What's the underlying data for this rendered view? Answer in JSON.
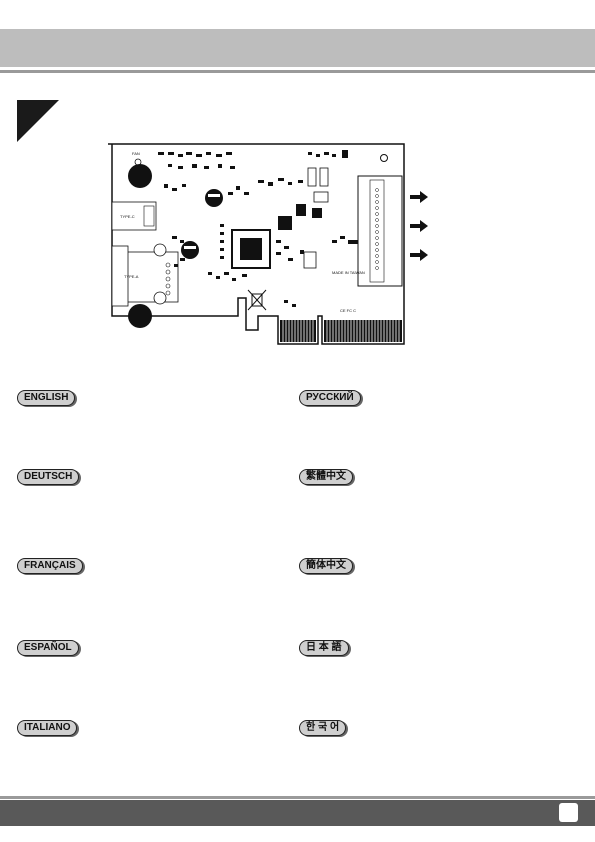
{
  "header": {
    "band_color": "#bdbdbd",
    "rule_color": "#9a9a9a"
  },
  "figure": {
    "labels": {
      "fan": "FAN",
      "type_c": "TYPE-C",
      "type_a": "TYPE-A",
      "made_in": "MADE IN TAIWAN",
      "ce_marks": "CE FC C"
    },
    "arrows": [
      "arrow-right",
      "arrow-right",
      "arrow-right"
    ]
  },
  "languages": {
    "left": [
      "ENGLISH",
      "DEUTSCH",
      "FRANÇAIS",
      "ESPAÑOL",
      "ITALIANO"
    ],
    "right": [
      "РУССКИЙ",
      "繁體中文",
      "簡体中文",
      "日 本 語",
      "한 국 어"
    ]
  },
  "footer": {
    "band_color": "#595959"
  }
}
